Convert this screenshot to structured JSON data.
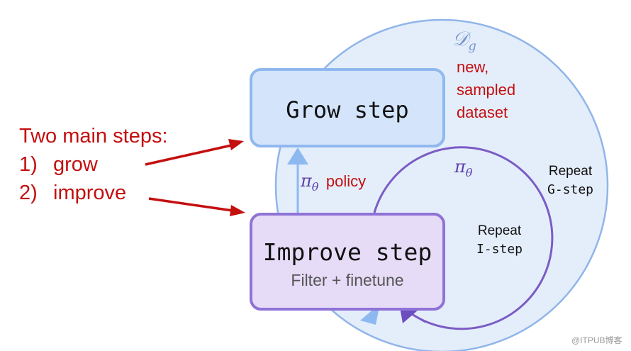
{
  "grow_box": {
    "title": "Grow step"
  },
  "improve_box": {
    "title": "Improve step",
    "subtitle": "Filter + finetune"
  },
  "dataset": {
    "symbol_main": "𝒟",
    "symbol_sub": "g",
    "label_lines": [
      "new,",
      "sampled",
      "dataset"
    ]
  },
  "policy": {
    "symbol_main": "π",
    "symbol_sub": "θ",
    "label": "policy"
  },
  "inner_loop": {
    "symbol_main": "π",
    "symbol_sub": "θ",
    "repeat_word": "Repeat",
    "step_name": "I-step"
  },
  "outer_loop": {
    "repeat_word": "Repeat",
    "step_name": "G-step"
  },
  "main_steps": {
    "heading": "Two main steps:",
    "item_1_num": "1)",
    "item_1_text": "grow",
    "item_2_num": "2)",
    "item_2_text": "improve"
  },
  "watermark": "@ITPUB博客",
  "colors": {
    "outer_fill": "#e4eefb",
    "outer_stroke": "#90b5ea",
    "inner_stroke": "#7b5cc4",
    "light_arrow": "#8db9f0",
    "dark_arrow": "#6c4dc0",
    "red": "#c40f0f"
  }
}
